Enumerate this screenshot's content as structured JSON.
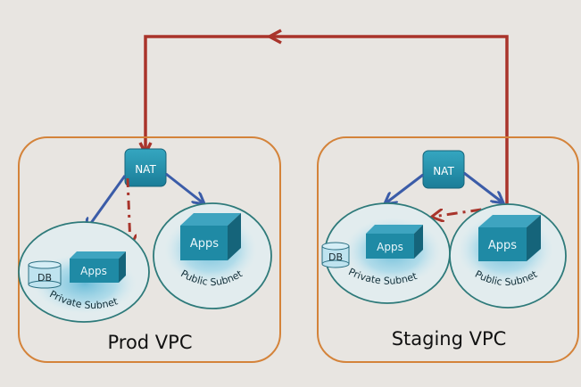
{
  "colors": {
    "background": "#e8e5e1",
    "vpc_border": "#d4833a",
    "subnet_border": "#2e7a7a",
    "box_fill": "#1f8aa5",
    "box_dark": "#16677d",
    "glow": "#7cc6e0",
    "nat_arrow": "#3b5ca8",
    "route_arrow": "#a9342b"
  },
  "vpcs": [
    {
      "name": "Prod VPC",
      "nat_label": "NAT",
      "private_subnet": {
        "label": "Private Subnet",
        "apps_label": "Apps",
        "db_label": "DB"
      },
      "public_subnet": {
        "label": "Public Subnet",
        "apps_label": "Apps"
      }
    },
    {
      "name": "Staging VPC",
      "nat_label": "NAT",
      "private_subnet": {
        "label": "Private Subnet",
        "apps_label": "Apps",
        "db_label": "DB"
      },
      "public_subnet": {
        "label": "Public Subnet",
        "apps_label": "Apps"
      }
    }
  ]
}
